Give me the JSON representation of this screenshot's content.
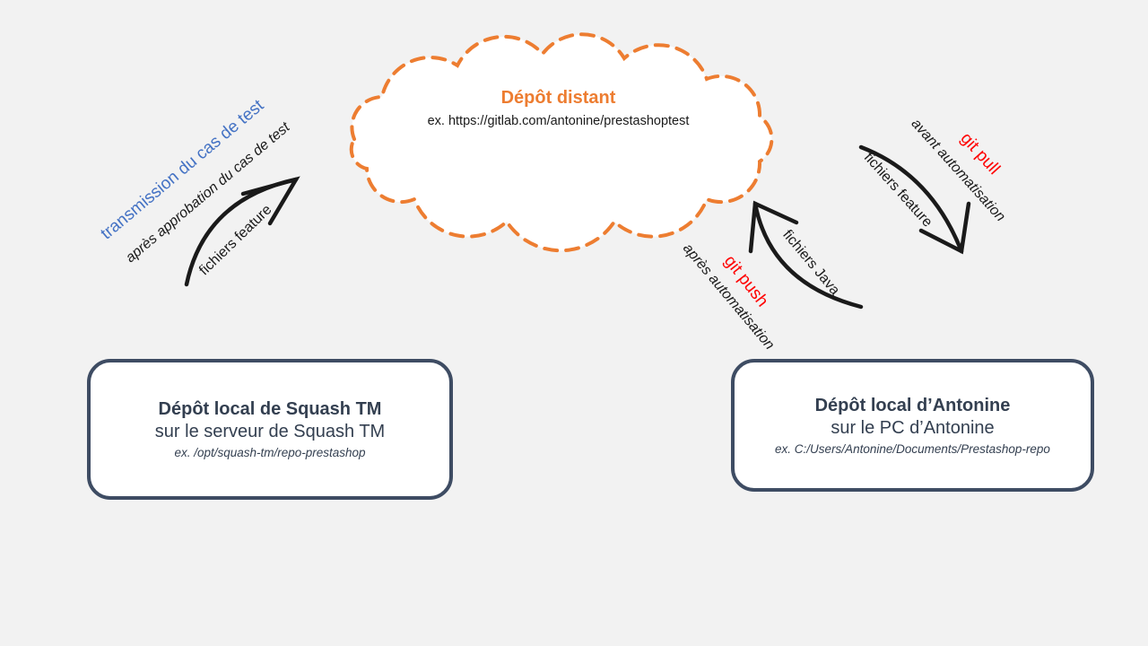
{
  "diagram": {
    "remote_repo": {
      "title": "Dépôt distant",
      "example": "ex. https://gitlab.com/antonine/prestashoptest"
    },
    "squash_box": {
      "title": "Dépôt local de Squash TM",
      "subtitle": "sur le serveur de Squash TM",
      "example": "ex. /opt/squash-tm/repo-prestashop"
    },
    "antonine_box": {
      "title": "Dépôt local d’Antonine",
      "subtitle": "sur le PC d’Antonine",
      "example": "ex. C:/Users/Antonine/Documents/Prestashop-repo"
    },
    "arrows": {
      "transmission": {
        "label_primary": "transmission du cas de test",
        "label_secondary": "après approbation du cas de test",
        "label_files": "fichiers feature"
      },
      "pull": {
        "label_primary": "git pull",
        "label_secondary": "avant automatisation",
        "label_files": "fichiers feature"
      },
      "push": {
        "label_primary": "git push",
        "label_secondary": "après automatisation",
        "label_files": "fichiers Java"
      }
    },
    "colors": {
      "background": "#f2f2f2",
      "cloud_border": "#ed7d31",
      "cloud_title": "#ed7d31",
      "box_border": "#3e4c63",
      "box_text": "#333f50",
      "arrow_stroke": "#1a1a1a",
      "label_blue": "#4472c4",
      "label_red": "#ff0000"
    }
  }
}
